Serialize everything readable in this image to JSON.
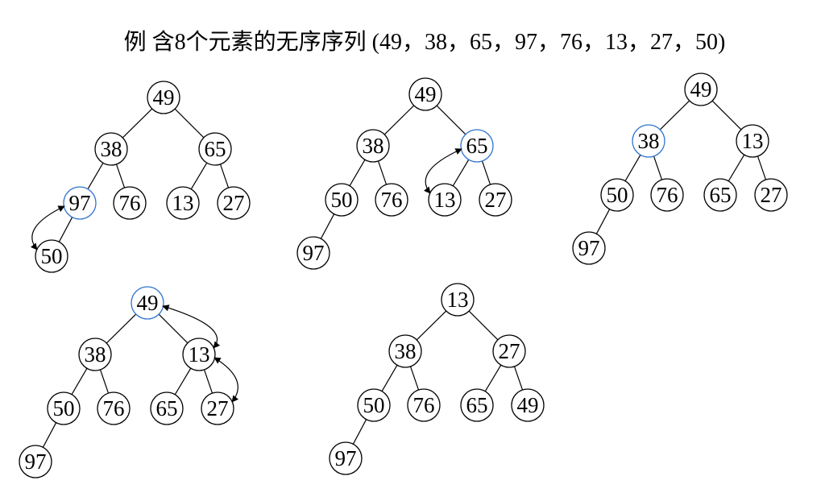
{
  "title": "例  含8个元素的无序序列 (49，38，65，97，76，13，27，50)",
  "colors": {
    "highlight": "#2f74d0",
    "line": "#000000"
  },
  "trees": [
    {
      "values": [
        "49",
        "38",
        "65",
        "97",
        "76",
        "13",
        "27",
        "50"
      ],
      "highlight": 3,
      "swaps": [
        [
          3,
          7
        ]
      ]
    },
    {
      "values": [
        "49",
        "38",
        "65",
        "50",
        "76",
        "13",
        "27",
        "97"
      ],
      "highlight": 2,
      "swaps": [
        [
          2,
          5
        ]
      ]
    },
    {
      "values": [
        "49",
        "38",
        "13",
        "50",
        "76",
        "65",
        "27",
        "97"
      ],
      "highlight": 1,
      "swaps": []
    },
    {
      "values": [
        "49",
        "38",
        "13",
        "50",
        "76",
        "65",
        "27",
        "97"
      ],
      "highlight": 0,
      "swaps": [
        [
          0,
          2
        ],
        [
          2,
          6
        ]
      ]
    },
    {
      "values": [
        "13",
        "38",
        "27",
        "50",
        "76",
        "65",
        "49",
        "97"
      ],
      "highlight": -1,
      "swaps": []
    }
  ]
}
